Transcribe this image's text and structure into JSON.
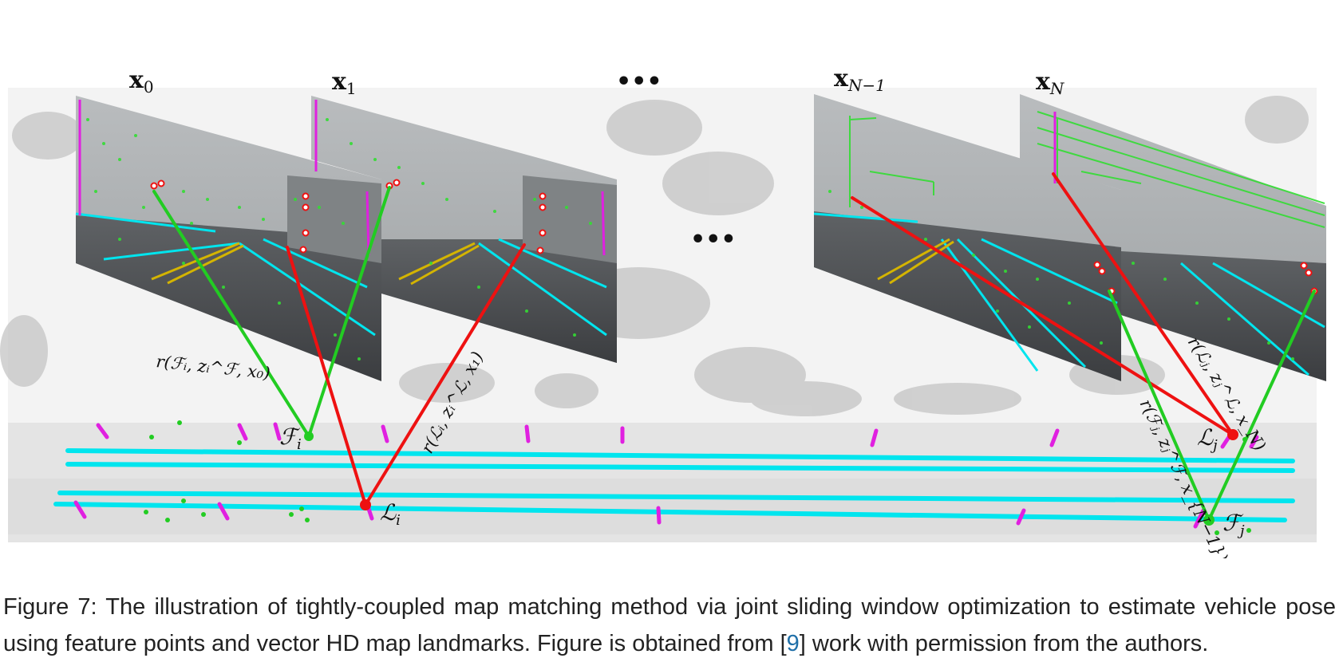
{
  "figure": {
    "frame_labels": {
      "x0": "x",
      "x0_sub": "0",
      "x1": "x",
      "x1_sub": "1",
      "dots_top": "•••",
      "dots_mid": "•••",
      "xN1": "x",
      "xN1_sub": "N−1",
      "xN": "x",
      "xN_sub": "N"
    },
    "landmark_labels": {
      "Fi": "ℱ",
      "Fi_sub": "i",
      "Li": "ℒ",
      "Li_sub": "i",
      "Lj": "ℒ",
      "Lj_sub": "j",
      "Fj": "ℱ",
      "Fj_sub": "j"
    },
    "residual_labels": {
      "r_Fi_x0": "r(ℱᵢ, zᵢ^ℱ, x₀)",
      "r_Li_x1": "r(ℒᵢ, zᵢ^ℒ, x₁)",
      "r_Lj_xN": "r(ℒⱼ, zⱼ^ℒ, x_N)",
      "r_Fj_xN1": "r(ℱⱼ, zⱼ^ℱ, x_{N−1})"
    },
    "colors": {
      "feature": "#22cc22",
      "landmark": "#ee1111",
      "lane": "#00e5ee",
      "pole": "#e020e0",
      "pointcloud": "#c8c8c8"
    }
  },
  "caption": {
    "prefix": "Figure 7: The illustration of tightly-coupled map matching method via joint sliding window optimization to estimate vehicle pose",
    "line2_start": "using feature points and vector HD map landmarks. Figure is obtained from [",
    "ref": "9",
    "line2_end": "] work with permission from the authors."
  }
}
